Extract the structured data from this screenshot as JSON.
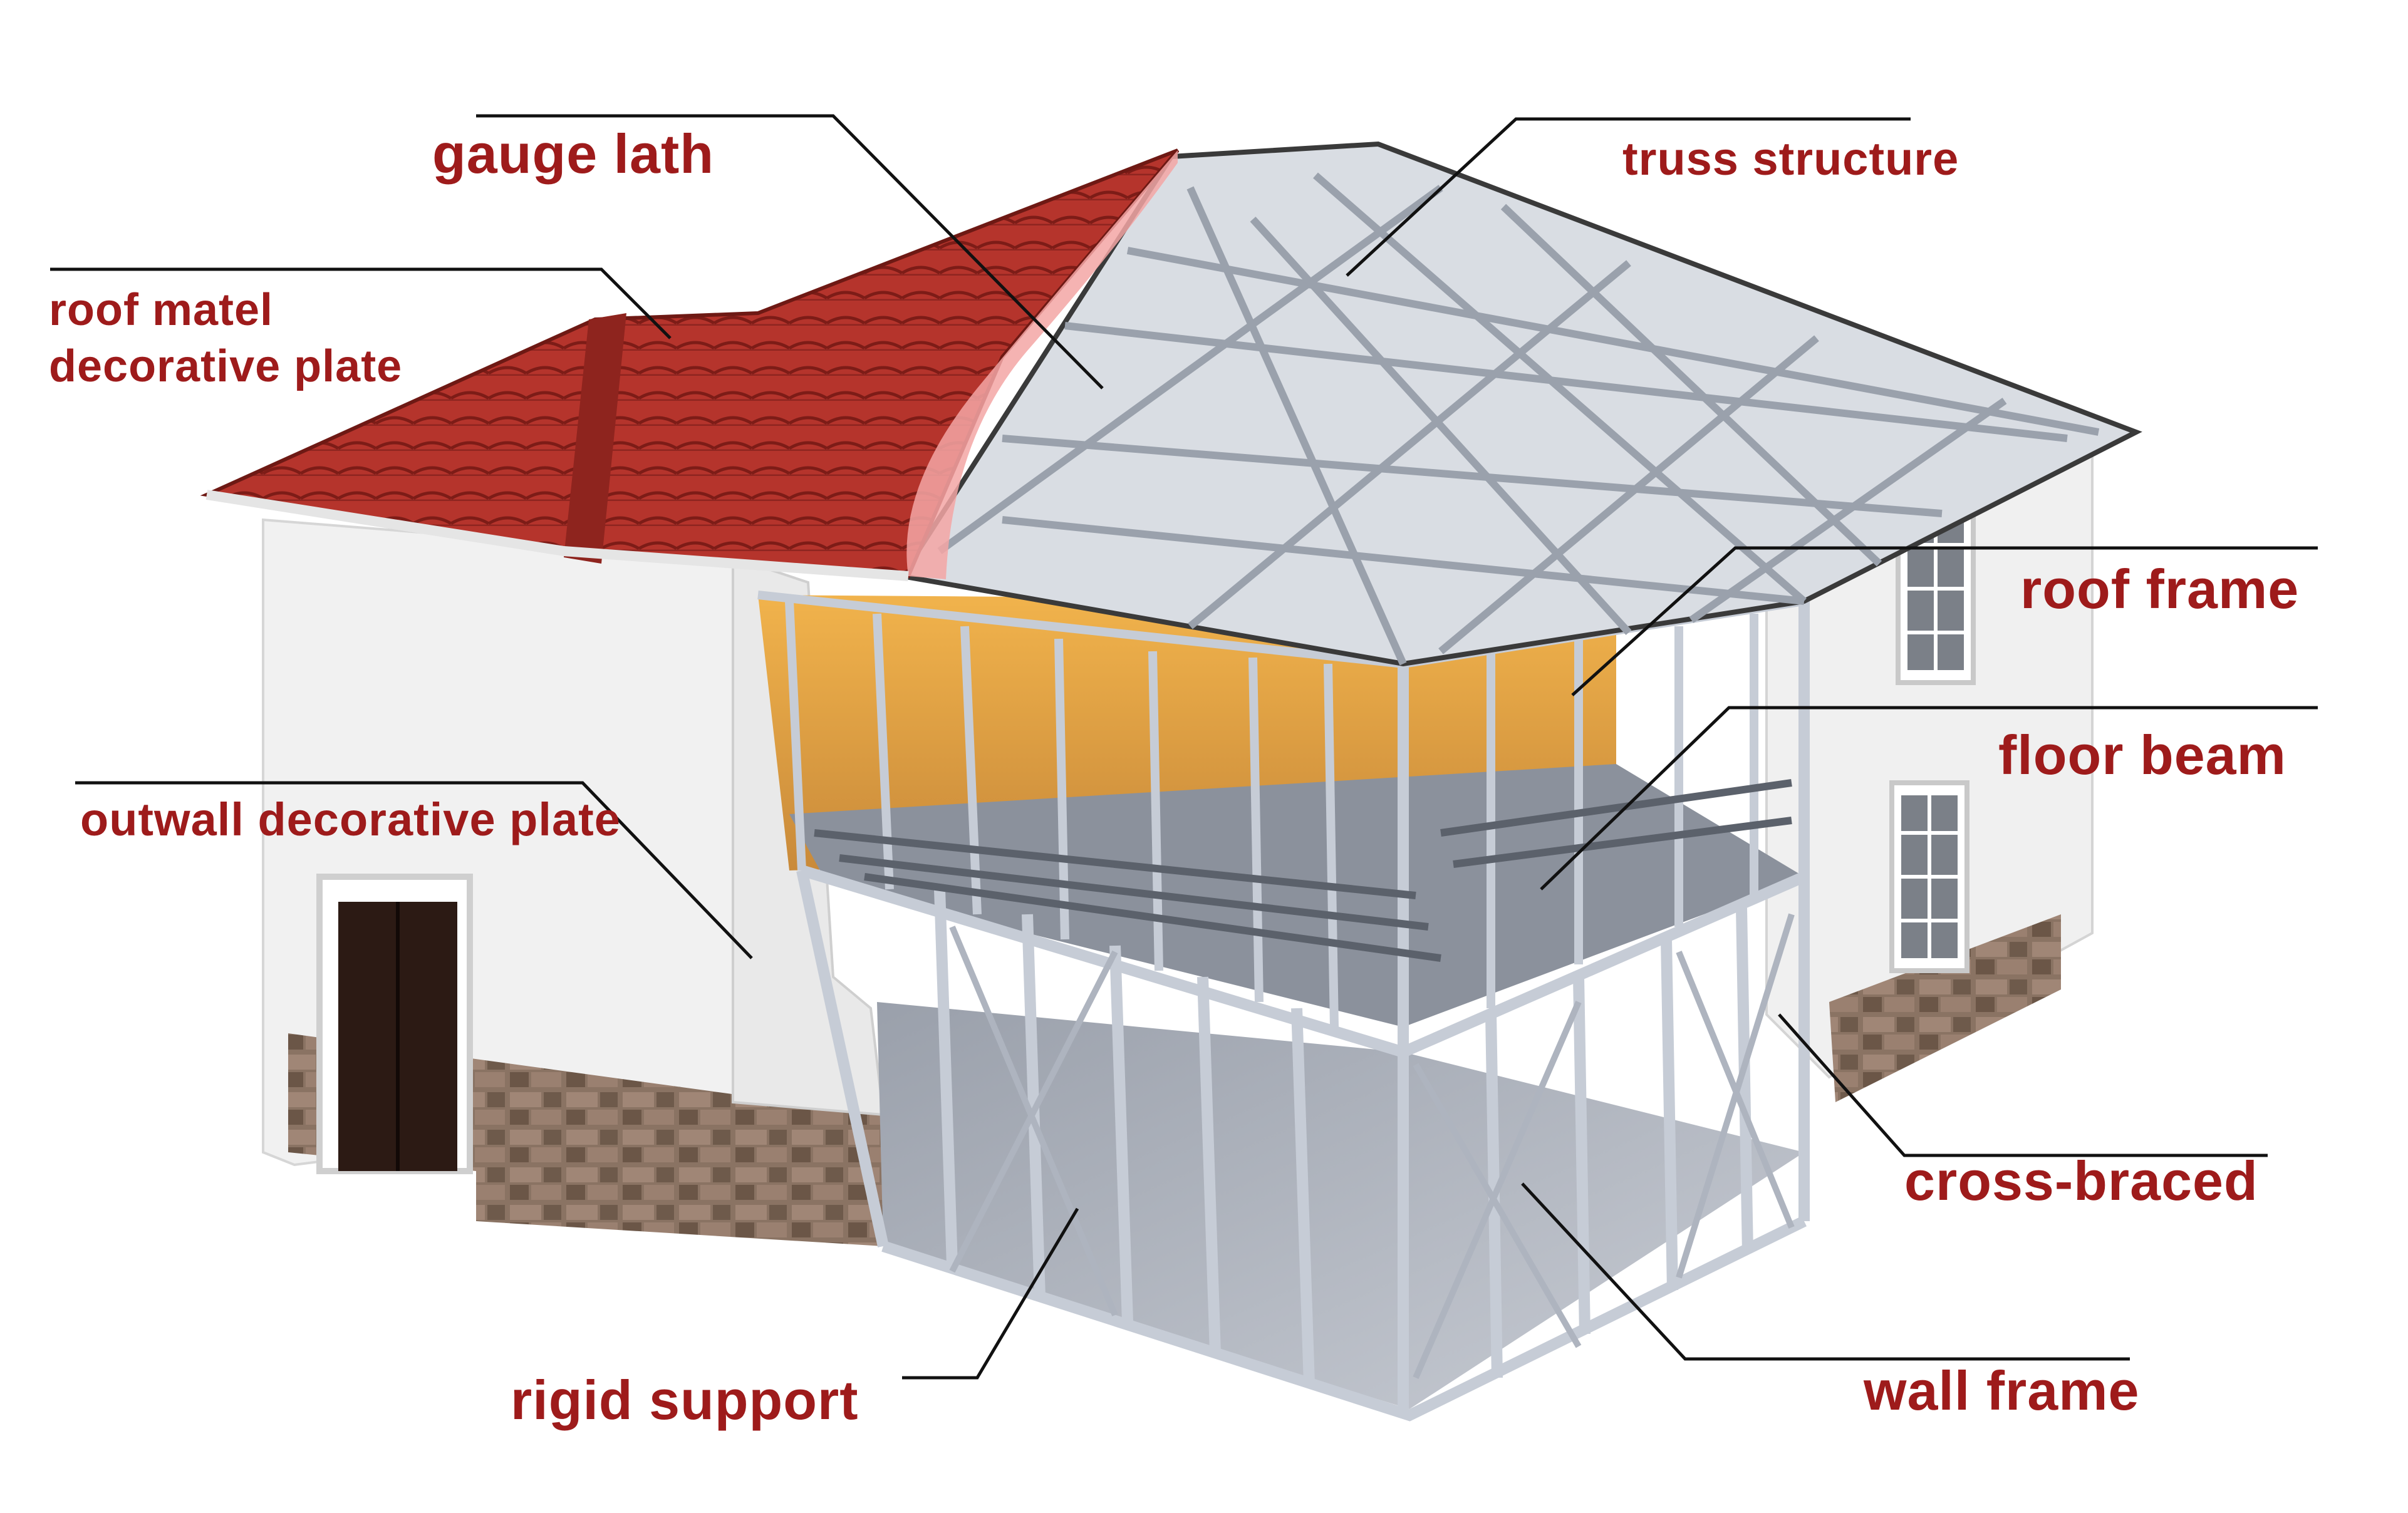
{
  "diagram": {
    "labels": {
      "gauge_lath": "gauge lath",
      "truss_structure": "truss structure",
      "roof_metal_decorative_plate_line1": "roof matel",
      "roof_metal_decorative_plate_line2": "decorative plate",
      "roof_frame": "roof frame",
      "floor_beam": "floor beam",
      "outwall_decorative_plate": "outwall decorative plate",
      "cross_braced": "cross-braced",
      "rigid_support": "rigid support",
      "wall_frame": "wall frame"
    },
    "colors": {
      "label_text": "#9e1b1b",
      "leader_line": "#111111",
      "roof_tile": "#b3332b",
      "steel_frame": "#c6ccd6",
      "wall": "#f2f2f2",
      "stone_base": "#7a6657",
      "door": "#2c1a14",
      "interior_wall": "#e6a94a"
    }
  }
}
